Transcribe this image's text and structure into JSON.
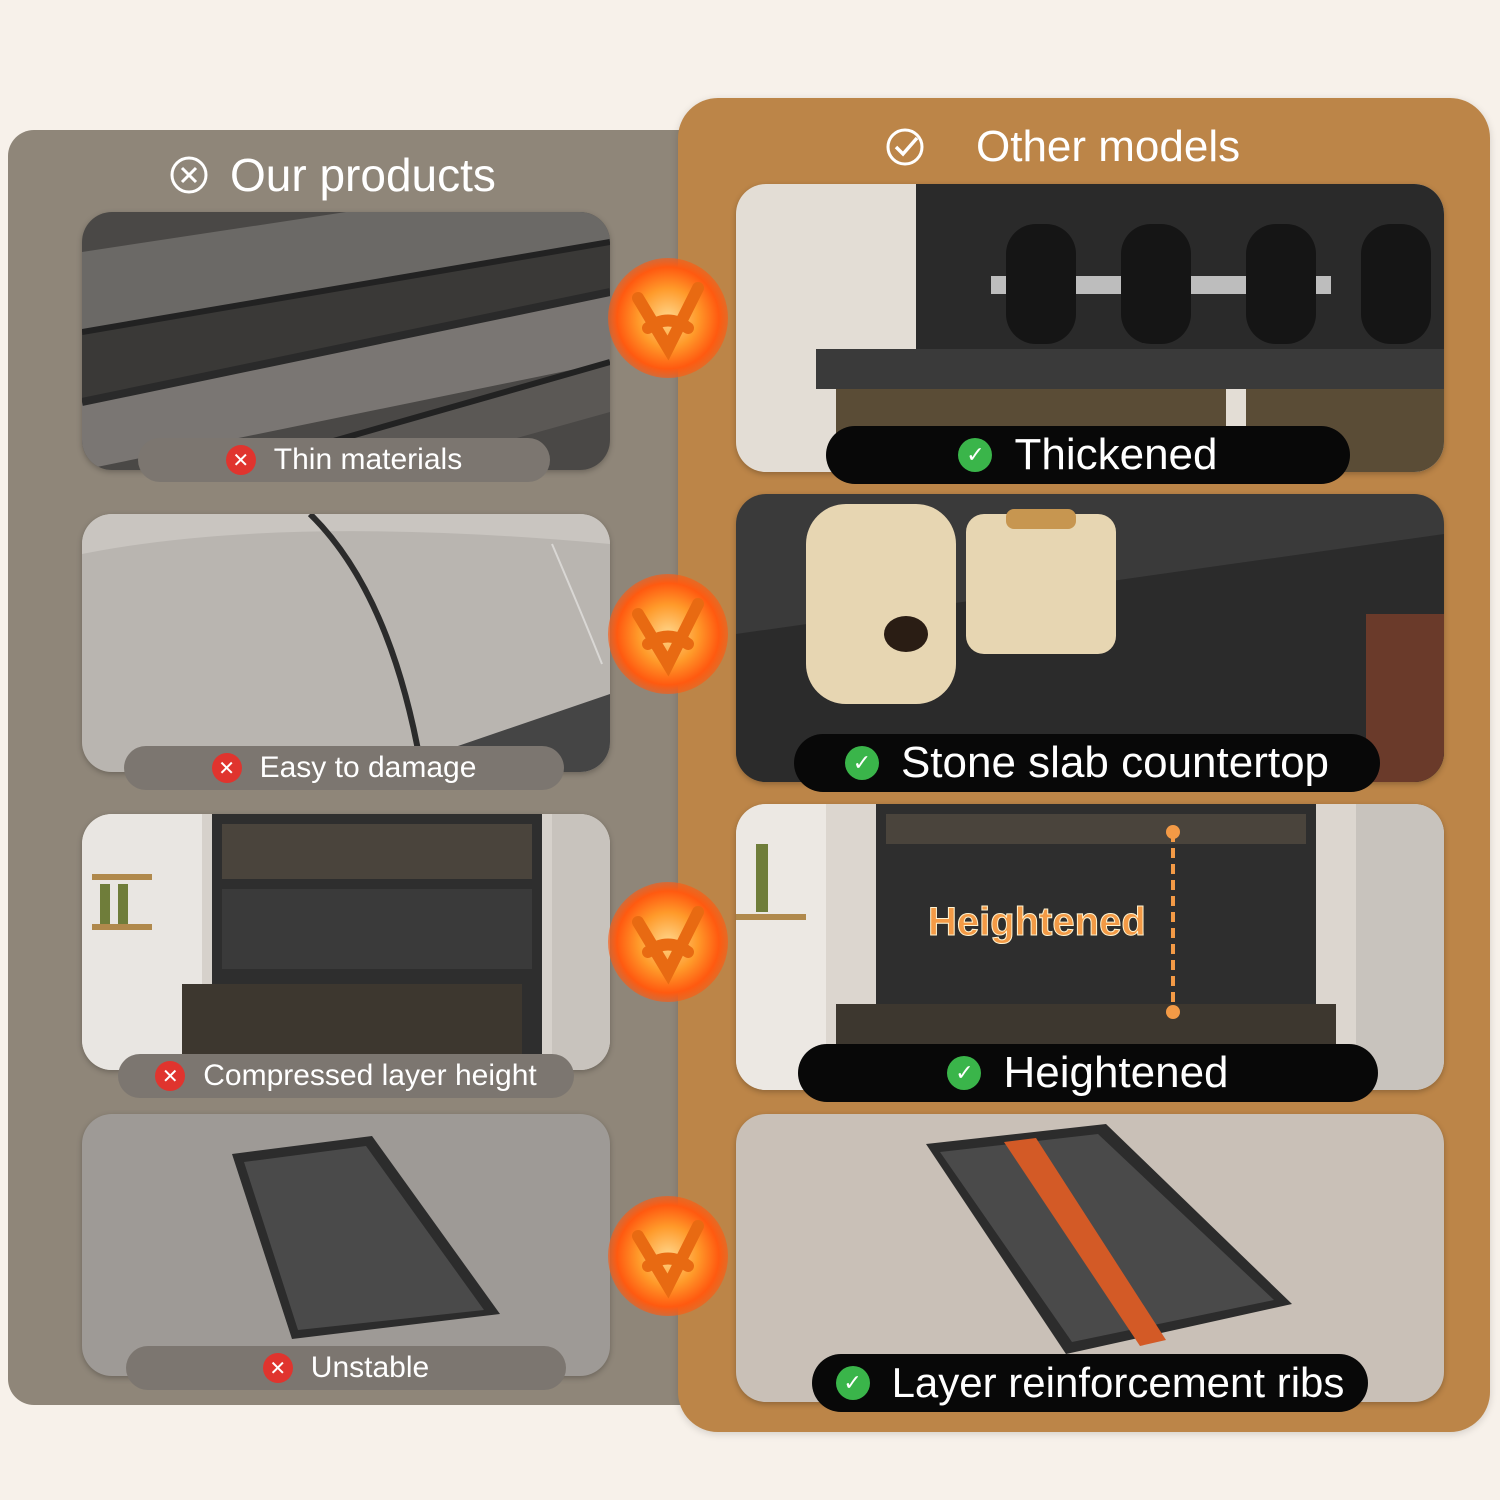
{
  "left_column": {
    "heading": "Our products",
    "heading_icon": "x-circle-icon",
    "items": [
      {
        "label": "Thin materials",
        "status_icon": "red-x-icon"
      },
      {
        "label": "Easy to damage",
        "status_icon": "red-x-icon"
      },
      {
        "label": "Compressed layer height",
        "status_icon": "red-x-icon"
      },
      {
        "label": "Unstable",
        "status_icon": "red-x-icon"
      }
    ]
  },
  "right_column": {
    "heading": "Other models",
    "heading_icon": "check-circle-icon",
    "items": [
      {
        "label": "Thickened",
        "status_icon": "green-check-icon"
      },
      {
        "label": "Stone slab countertop",
        "status_icon": "green-check-icon"
      },
      {
        "label": "Heightened",
        "status_icon": "green-check-icon",
        "annotation": "Heightened"
      },
      {
        "label": "Layer reinforcement ribs",
        "status_icon": "green-check-icon"
      }
    ]
  },
  "colors": {
    "left_panel": "#8f8679",
    "right_panel": "#bc8548",
    "fail_icon": "#e0342e",
    "pass_icon": "#3ab54a",
    "accent_orange": "#f39a46"
  }
}
